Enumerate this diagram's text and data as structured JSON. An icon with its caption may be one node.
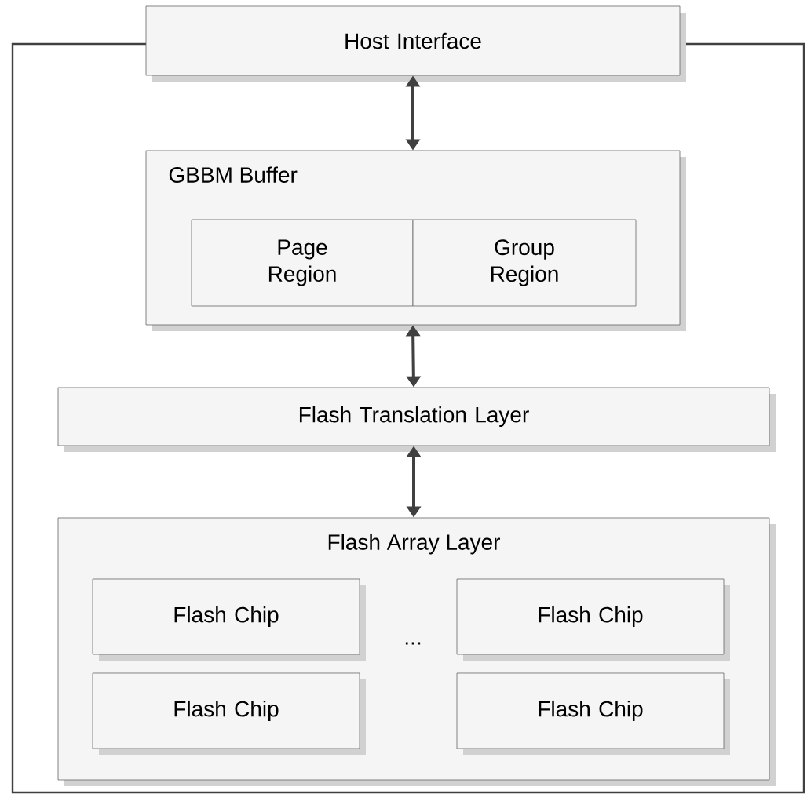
{
  "diagram": {
    "nodes": [
      {
        "text": [],
        "shape": "box"
      },
      {
        "text": [
          "Host Interface"
        ]
      },
      {
        "text": [
          "GBBM Buffer"
        ],
        "in": 0
      },
      {
        "text": [
          "Page Region"
        ],
        "in": 2
      },
      {
        "text": [
          "Group Region"
        ],
        "in": 2
      },
      {
        "text": [
          "Flash Translation Layer"
        ],
        "in": 0
      },
      {
        "text": [
          "Flash Array Layer"
        ],
        "in": 0
      },
      {
        "text": [
          "Flash Chip"
        ],
        "in": 6
      },
      {
        "text": [
          "Flash Chip"
        ],
        "in": 6
      },
      {
        "text": [
          "Flash Chip"
        ],
        "in": 6
      },
      {
        "text": [
          "Flash Chip"
        ],
        "in": 6
      }
    ],
    "edges": [
      {
        "from": 1,
        "to": 2,
        "arrow": "both"
      },
      {
        "from": 2,
        "to": 5,
        "arrow": "both"
      },
      {
        "from": 5,
        "to": 6,
        "arrow": "both"
      }
    ],
    "labels": [
      "..."
    ]
  }
}
